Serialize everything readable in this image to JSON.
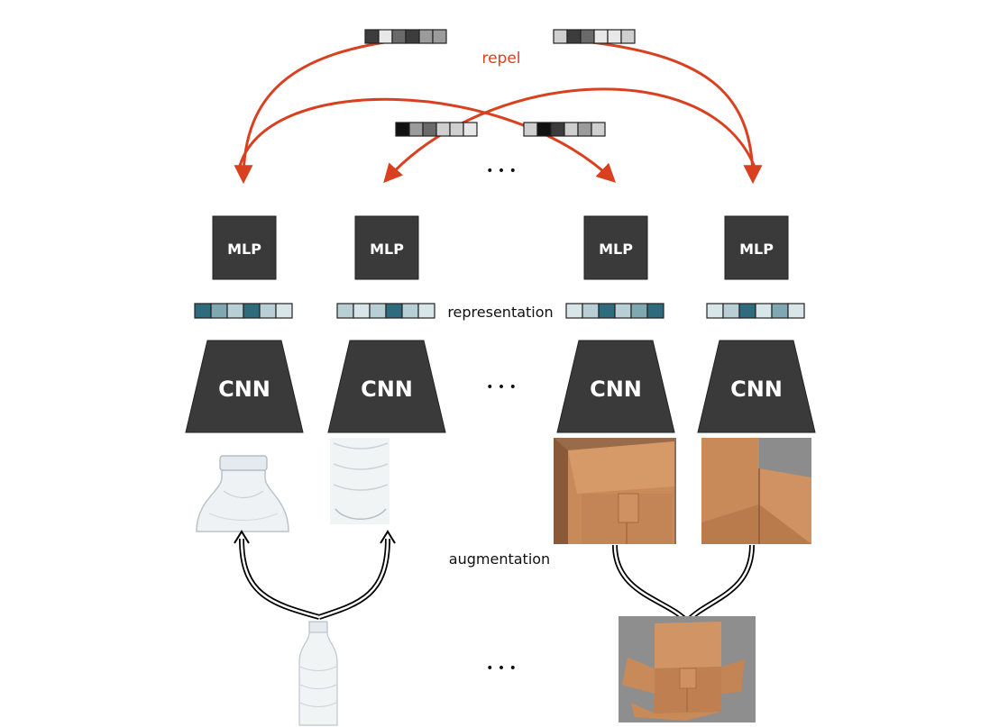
{
  "labels": {
    "repel": "repel",
    "representation": "representation",
    "augmentation": "augmentation",
    "ellipsis": "• • •",
    "mlp": "MLP",
    "cnn": "CNN"
  },
  "colors": {
    "block_fill": "#3a3a3a",
    "block_text": "#ffffff",
    "repel_arrow": "#d9401f",
    "repel_text": "#d9401f",
    "representation_palette": [
      "#2e6b7c",
      "#7fa8b3",
      "#b8cfd5",
      "#d9e6e9"
    ],
    "embedding_palette": [
      "#111111",
      "#3c3c3c",
      "#6a6a6a",
      "#9b9b9b",
      "#cfcfcf",
      "#e8e8e8"
    ],
    "cardboard": "#c98a5a",
    "cardboard_dark": "#a8673d",
    "bottle": "#e9eef1"
  },
  "columns": [
    {
      "name": "bottle-view-1",
      "mlp": "MLP",
      "cnn": "CNN",
      "representation": [
        "#2e6b7c",
        "#7fa8b3",
        "#b8cfd5",
        "#2e6b7c",
        "#b8cfd5",
        "#d9e6e9"
      ]
    },
    {
      "name": "bottle-view-2",
      "mlp": "MLP",
      "cnn": "CNN",
      "representation": [
        "#b8cfd5",
        "#d9e6e9",
        "#b8cfd5",
        "#2e6b7c",
        "#b8cfd5",
        "#d9e6e9"
      ]
    },
    {
      "name": "box-view-1",
      "mlp": "MLP",
      "cnn": "CNN",
      "representation": [
        "#d9e6e9",
        "#b8cfd5",
        "#2e6b7c",
        "#b8cfd5",
        "#7fa8b3",
        "#2e6b7c"
      ]
    },
    {
      "name": "box-view-2",
      "mlp": "MLP",
      "cnn": "CNN",
      "representation": [
        "#d9e6e9",
        "#b8cfd5",
        "#2e6b7c",
        "#d9e6e9",
        "#7fa8b3",
        "#d9e6e9"
      ]
    }
  ],
  "embeddings": {
    "top_left": [
      "#3c3c3c",
      "#e8e8e8",
      "#6a6a6a",
      "#3c3c3c",
      "#9b9b9b",
      "#9b9b9b"
    ],
    "top_right": [
      "#cfcfcf",
      "#3c3c3c",
      "#6a6a6a",
      "#e8e8e8",
      "#e8e8e8",
      "#cfcfcf"
    ],
    "mid_left": [
      "#111111",
      "#9b9b9b",
      "#6a6a6a",
      "#cfcfcf",
      "#cfcfcf",
      "#e8e8e8"
    ],
    "mid_right": [
      "#cfcfcf",
      "#111111",
      "#3c3c3c",
      "#cfcfcf",
      "#9b9b9b",
      "#cfcfcf"
    ]
  }
}
